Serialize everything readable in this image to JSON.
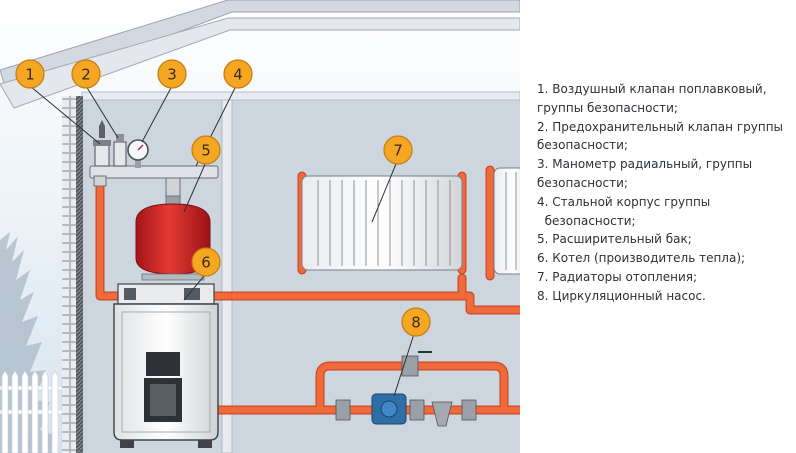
{
  "callouts": [
    {
      "n": "1",
      "label": "Воздушный клапан поплавковый, группы безопасности;"
    },
    {
      "n": "2",
      "label": "Предохранительный клапан группы безопасности;"
    },
    {
      "n": "3",
      "label": "Манометр радиальный, группы безопасности;"
    },
    {
      "n": "4",
      "label": "Стальной корпус группы безопасности;"
    },
    {
      "n": "5",
      "label": "Расширительный бак;"
    },
    {
      "n": "6",
      "label": "Котел (производитель тепла);"
    },
    {
      "n": "7",
      "label": "Радиаторы отопления;"
    },
    {
      "n": "8",
      "label": "Циркуляционный насос."
    }
  ],
  "legend": [
    {
      "lines": [
        "1. Воздушный клапан поплавковый,",
        "группы безопасности;"
      ]
    },
    {
      "lines": [
        "2. Предохранительный клапан группы",
        "безопасности;"
      ]
    },
    {
      "lines": [
        "3. Манометр радиальный, группы",
        "безопасности;"
      ]
    },
    {
      "lines": [
        "4. Стальной корпус группы",
        "  безопасности;"
      ]
    },
    {
      "lines": [
        "5. Расширительный бак;"
      ]
    },
    {
      "lines": [
        "6. Котел (производитель тепла);"
      ]
    },
    {
      "lines": [
        "7. Радиаторы отопления;"
      ]
    },
    {
      "lines": [
        "8. Циркуляционный насос."
      ]
    }
  ],
  "colors": {
    "pipe": "#f06a3c",
    "pipe_dark": "#c94a24",
    "tank": "#d9262a",
    "callout_fill": "#f5a623",
    "wall": "#c9cfd8",
    "outside": "#e3edf5"
  }
}
